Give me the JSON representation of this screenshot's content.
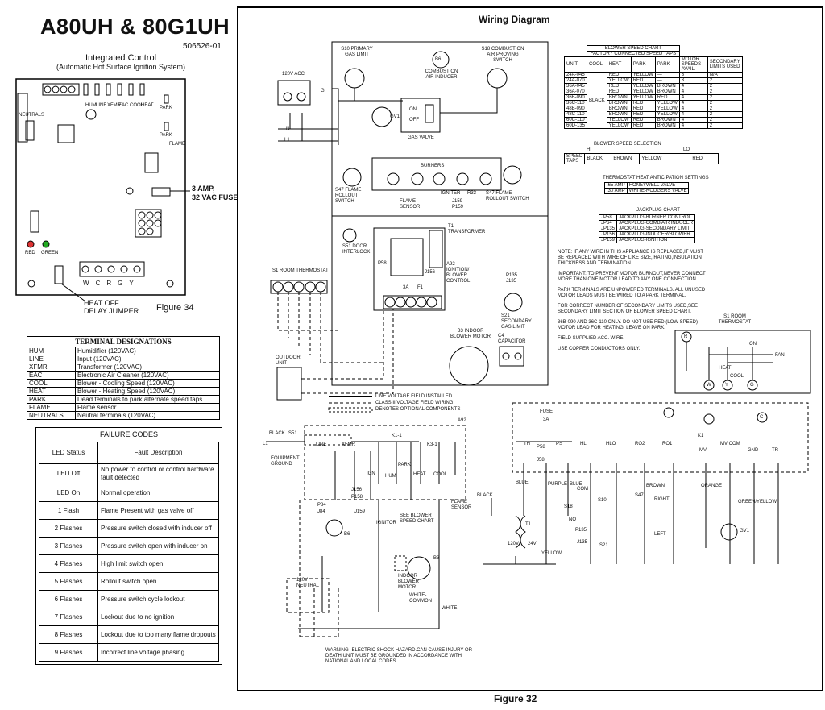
{
  "title": "A80UH & 80G1UH",
  "part_number": "506526-01",
  "control": {
    "title": "Integrated Control",
    "subtitle": "(Automatic Hot Surface Ignition System)",
    "fuse_label_1": "3 AMP,",
    "fuse_label_2": "32 VAC FUSE",
    "heat_off_1": "HEAT OFF",
    "heat_off_2": "DELAY JUMPER",
    "figure": "Figure 34",
    "terminals": [
      "W",
      "C",
      "R",
      "G",
      "Y"
    ],
    "side_labels": [
      "HUM",
      "LINE",
      "XFMR",
      "EAC",
      "COOL",
      "HEAT",
      "PARK",
      "PARK"
    ],
    "led_red": "RED",
    "led_green": "GREEN",
    "neutrals": "NEUTRALS",
    "flame": "FLAME"
  },
  "terminal_designations": {
    "header": "TERMINAL DESIGNATIONS",
    "rows": [
      [
        "HUM",
        "Humidifier (120VAC)"
      ],
      [
        "LINE",
        "Input (120VAC)"
      ],
      [
        "XFMR",
        "Transformer (120VAC)"
      ],
      [
        "EAC",
        "Electronic Air Cleaner (120VAC)"
      ],
      [
        "COOL",
        "Blower - Cooling Speed (120VAC)"
      ],
      [
        "HEAT",
        "Blower - Heating Speed (120VAC)"
      ],
      [
        "PARK",
        "Dead terminals to park alternate speed taps"
      ],
      [
        "FLAME",
        "Flame sensor"
      ],
      [
        "NEUTRALS",
        "Neutral terminals (120VAC)"
      ]
    ]
  },
  "failure_codes": {
    "header": "FAILURE CODES",
    "col1": "LED Status",
    "col2": "Fault Description",
    "rows": [
      [
        "LED Off",
        "No power to control or control hardware fault detected"
      ],
      [
        "LED On",
        "Normal operation"
      ],
      [
        "1 Flash",
        "Flame Present with gas valve off"
      ],
      [
        "2 Flashes",
        "Pressure switch closed with inducer off"
      ],
      [
        "3 Flashes",
        "Pressure switch open with inducer on"
      ],
      [
        "4 Flashes",
        "High limit switch open"
      ],
      [
        "5 Flashes",
        "Rollout switch open"
      ],
      [
        "6 Flashes",
        "Pressure switch cycle lockout"
      ],
      [
        "7 Flashes",
        "Lockout due to no ignition"
      ],
      [
        "8 Flashes",
        "Lockout due to too many flame dropouts"
      ],
      [
        "9 Flashes",
        "Incorrect line voltage phasing"
      ]
    ]
  },
  "wiring": {
    "title": "Wiring Diagram",
    "figure": "Figure 32",
    "labels": {
      "acc": "120V ACC",
      "s10": "S10 PRIMARY GAS LIMIT",
      "b6": "B6",
      "inducer": "COMBUSTION AIR INDUCER",
      "s18": "S18 COMBUSTION AIR PROVING SWITCH",
      "gv1": "GV1",
      "gas_valve": "GAS VALVE",
      "on": "ON",
      "off": "OFF",
      "burners": "BURNERS",
      "s47a": "S47 FLAME ROLLOUT SWITCH",
      "flame_sensor": "FLAME SENSOR",
      "igniter": "IGNITER",
      "r33": "R33",
      "j159": "J159 P159",
      "s47b": "S47 FLAME ROLLOUT SWITCH",
      "s51": "S51 DOOR INTERLOCK",
      "t1": "T1 TRANSFORMER",
      "p58": "P58",
      "j156": "J156",
      "a92": "A92 IGNITION/ BLOWER CONTROL",
      "fuse3a": "3A",
      "f1": "F1",
      "p135": "P135 J135",
      "s21": "S21 SECONDARY GAS LIMIT",
      "s1": "S1 ROOM THERMOSTAT",
      "b3": "B3 INDOOR BLOWER MOTOR",
      "c4": "C4 CAPACITOR",
      "outdoor": "OUTDOOR UNIT",
      "n": "N",
      "l1": "L1",
      "g": "G"
    },
    "legend": [
      "LINE VOLTAGE FIELD INSTALLED",
      "CLASS II VOLTAGE FIELD WIRING",
      "DENOTES OPTIONAL COMPONENTS"
    ],
    "blower_chart": {
      "title": "BLOWER SPEED CHART",
      "factory": "FACTORY CONNECTED SPEED TAPS",
      "headers": [
        "UNIT",
        "COOL",
        "HEAT",
        "PARK",
        "PARK",
        "MOTOR SPEEDS AVAIL.",
        "SECONDARY LIMITS USED"
      ],
      "cool_value": "BLACK",
      "rows": [
        [
          "24A-045",
          "RED",
          "YELLOW",
          "—",
          "3",
          "N/A"
        ],
        [
          "24A-070",
          "YELLOW",
          "RED",
          "—",
          "3",
          "2"
        ],
        [
          "36A-045",
          "RED",
          "YELLOW",
          "BROWN",
          "4",
          "2"
        ],
        [
          "36A-070",
          "RED",
          "YELLOW",
          "BROWN",
          "4",
          "2"
        ],
        [
          "36B-090",
          "BROWN",
          "YELLOW",
          "RED",
          "4",
          "2"
        ],
        [
          "36C-110",
          "BROWN",
          "RED",
          "YELLOW",
          "4",
          "2"
        ],
        [
          "48B-090",
          "BROWN",
          "RED",
          "YELLOW",
          "4",
          "2"
        ],
        [
          "48C-110",
          "BROWN",
          "RED",
          "YELLOW",
          "4",
          "2"
        ],
        [
          "60C-110",
          "YELLOW",
          "RED",
          "BROWN",
          "4",
          "2"
        ],
        [
          "60D-135",
          "YELLOW",
          "RED",
          "BROWN",
          "4",
          "2"
        ]
      ],
      "selection": "BLOWER SPEED SELECTION",
      "hi": "HI",
      "lo": "LO",
      "speed_taps": "SPEED TAPS",
      "taps": [
        "BLACK",
        "BROWN",
        "YELLOW",
        "RED"
      ]
    },
    "anticipation": {
      "title": "THERMOSTAT HEAT ANTICIPATION SETTINGS",
      "rows": [
        [
          ".65 AMP",
          "HONEYWELL VALVE"
        ],
        [
          ".30 AMP",
          "WHITE-RODGERS VALVE"
        ]
      ]
    },
    "jackplug": {
      "title": "JACKPLUG CHART",
      "rows": [
        [
          "JP58",
          "JACKPLUG-BURNER CONTROL"
        ],
        [
          "JP64",
          "JACKPLUG-COMB AIR INDUCER"
        ],
        [
          "JP135",
          "JACKPLUG-SECONDARY LIMIT"
        ],
        [
          "JP156",
          "JACKPLUG-INDUCER/BLOWER"
        ],
        [
          "JP159",
          "JACKPLUG-IGNITION"
        ]
      ]
    },
    "notes": [
      "NOTE: IF ANY WIRE IN THIS APPLIANCE IS REPLACED,IT MUST BE REPLACED WITH WIRE OF LIKE SIZE, RATING,INSULATION THICKNESS AND TERMINATION.",
      "IMPORTANT: TO PREVENT MOTOR BURNOUT,NEVER CONNECT MORE THAN ONE MOTOR LEAD TO ANY ONE CONNECTION.",
      "PARK TERMINALS ARE UNPOWERED TERMINALS. ALL UNUSED MOTOR LEADS MUST BE WIRED TO A PARK TERMINAL.",
      "FOR CORRECT NUMBER OF SECONDARY LIMITS USED,SEE SECONDARY LIMIT SECTION OF BLOWER SPEED CHART.",
      "36B-090 AND 36C-110 ONLY. DO NOT USE RED (LOW SPEED) MOTOR LEAD FOR HEATING. LEAVE ON PARK.",
      "FIELD SUPPLIED ACC. WIRE.",
      "USE COPPER CONDUCTORS ONLY."
    ],
    "warning": "WARNING- ELECTRIC SHOCK HAZARD.CAN CAUSE INJURY OR DEATH.UNIT MUST BE GROUNDED IN ACCORDANCE WITH NATIONAL AND LOCAL CODES.",
    "schematic": {
      "black": "BLACK",
      "s51": "S51",
      "l1": "L1",
      "ground": "EQUIPMENT GROUND",
      "a92": "A92",
      "line": "LINE",
      "xfmr": "XFMR",
      "k1_1": "K1-1",
      "k3_1": "K3-1",
      "ign": "IGN",
      "hum": "HUM",
      "park": "PARK",
      "heat": "HEAT",
      "cool": "COOL",
      "j156": "J156",
      "p158": "P158",
      "j159": "J159",
      "p84": "P84",
      "j84": "J84",
      "b6": "B6",
      "igniter": "IGNITOR",
      "see_chart": "SEE BLOWER SPEED CHART",
      "flame": "FLAME SENSOR",
      "black2": "BLACK",
      "b3": "B3",
      "indoor": "INDOOR BLOWER MOTOR",
      "neutral": "120V NEUTRAL",
      "white_common": "WHITE- COMMON",
      "white": "WHITE",
      "t1": "T1",
      "v120": "120V",
      "v24": "24V",
      "yellow": "YELLOW",
      "fuse": "FUSE",
      "fuse3a": "3A",
      "p58": "P58",
      "j58": "J58",
      "th": "TH",
      "ps": "PS",
      "hli": "HLI",
      "hlo": "HLO",
      "ro2": "RO2",
      "ro1": "RO1",
      "ps_wire": "BLUE",
      "purple": "PURPLE",
      "blue": "BLUE",
      "brown": "BROWN",
      "orange": "ORANGE",
      "green_yellow": "GREEN/YELLOW",
      "s18": "S18",
      "s10": "S10",
      "com": "COM",
      "no": "NO",
      "p135": "P135",
      "j135": "J135",
      "s21": "S21",
      "s47": "S47",
      "right": "RIGHT",
      "left": "LEFT",
      "k1": "K1",
      "gv1": "GV1",
      "mv": "MV",
      "mvcom": "MV COM",
      "gnd": "GND",
      "tr": "TR",
      "thermostat": "S1 ROOM THERMOSTAT",
      "on": "ON",
      "fan": "FAN",
      "heat_s": "HEAT",
      "cool_s": "COOL",
      "terms": [
        "R",
        "W",
        "Y",
        "G",
        "C"
      ]
    }
  }
}
